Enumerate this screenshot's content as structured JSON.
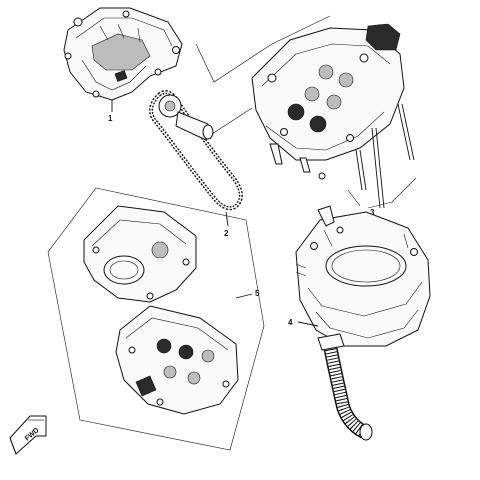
{
  "diagram": {
    "callouts": [
      {
        "id": "1",
        "label": "1"
      },
      {
        "id": "2",
        "label": "2"
      },
      {
        "id": "3",
        "label": "3"
      },
      {
        "id": "4",
        "label": "4"
      },
      {
        "id": "5",
        "label": "5"
      }
    ],
    "direction_marker": {
      "label": "FWD",
      "icon": "forward-arrow-icon"
    },
    "parts": [
      {
        "name": "cylinder-head-cover",
        "callout": "1"
      },
      {
        "name": "timing-chain",
        "callout": "2"
      },
      {
        "name": "cylinder-head",
        "callout": "3"
      },
      {
        "name": "cylinder-block",
        "callout": "4"
      },
      {
        "name": "cylinder-head-assembly",
        "callout": "5"
      }
    ]
  }
}
